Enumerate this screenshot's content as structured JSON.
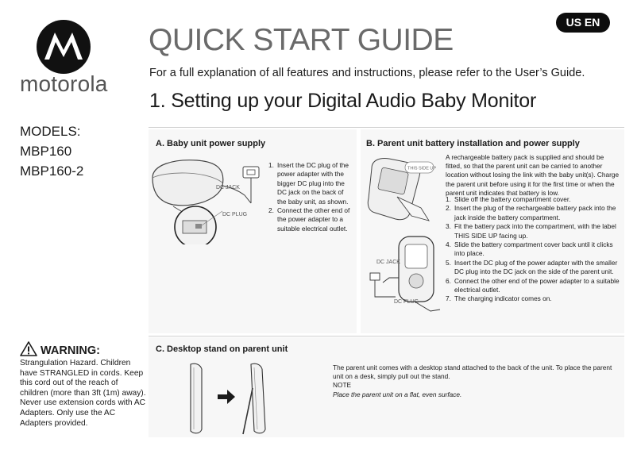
{
  "brand": {
    "name": "motorola"
  },
  "badge": {
    "label": "US EN"
  },
  "header": {
    "title": "QUICK START GUIDE",
    "intro": "For a full explanation of all features and instructions, please refer to the User’s Guide.",
    "section": "1. Setting up your Digital Audio Baby Monitor"
  },
  "models": {
    "label": "MODELS:",
    "items": [
      "MBP160",
      "MBP160-2"
    ]
  },
  "panel_a": {
    "title": "A. Baby unit power supply",
    "labels": {
      "dc_jack": "DC JACK",
      "dc_plug": "DC PLUG"
    },
    "steps": [
      {
        "num": "1.",
        "text": "Insert the DC plug of the power adapter with the bigger DC plug into the DC jack on the back of the baby unit, as shown."
      },
      {
        "num": "2.",
        "text": "Connect the other end of the power adapter to a suitable electrical outlet."
      }
    ]
  },
  "panel_b": {
    "title": "B. Parent unit battery installation and power supply",
    "intro": "A rechargeable battery pack is supplied and should be fitted, so that the parent unit can be carried to another location without losing the link with the baby unit(s). Charge the parent unit before using it for the first time or when the parent unit indicates that battery is low.",
    "labels": {
      "this_side_up": "THIS SIDE UP",
      "dc_jack": "DC JACK",
      "dc_plug": "DC PLUG"
    },
    "steps": [
      {
        "num": "1.",
        "text": "Slide off the battery compartment cover."
      },
      {
        "num": "2.",
        "text": "Insert the plug of the rechargeable battery pack into the jack inside the battery compartment."
      },
      {
        "num": "3.",
        "text": "Fit the battery pack into the compartment, with the label THIS SIDE UP facing up."
      },
      {
        "num": "4.",
        "text": "Slide the battery compartment cover back until it clicks into place."
      },
      {
        "num": "5.",
        "text": "Insert the DC plug of the power adapter with the smaller DC plug into the DC jack on the side of the parent unit."
      },
      {
        "num": "6.",
        "text": "Connect the other end of the power adapter to a suitable electrical outlet."
      },
      {
        "num": "7.",
        "text": "The charging indicator comes on."
      }
    ]
  },
  "panel_c": {
    "title": "C. Desktop stand on parent unit",
    "text": "The parent unit comes with a desktop stand attached to the back of the unit. To place the parent unit on a desk, simply pull out the stand.",
    "note_label": "NOTE",
    "note": "Place the parent unit on a flat, even surface."
  },
  "warning": {
    "title": "WARNING:",
    "text": "Strangulation Hazard. Children have STRANGLED in cords. Keep this cord out of the reach of children (more than 3ft (1m) away). Never use extension cords with AC Adapters. Only use the AC Adapters provided."
  }
}
